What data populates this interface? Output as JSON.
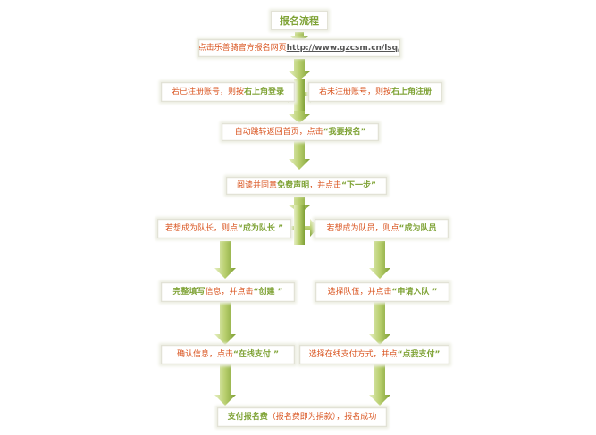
{
  "title": "报名流程",
  "steps": {
    "s1": {
      "text": "点击乐善骑官方报名网页 ",
      "link": "http://www.gzcsm.cn/lsq/"
    },
    "s2a": {
      "pre": "若已注册账号，则按",
      "em": "右上角登录"
    },
    "s2b": {
      "pre": "若未注册账号，则按",
      "em": "右上角注册"
    },
    "s3": {
      "pre": "自动跳转返回首页，点击",
      "em": "“我要报名”"
    },
    "s4": {
      "pre": "阅读并同意",
      "em": "免费声明",
      "post": "，并点击",
      "em2": "“下一步”"
    },
    "s5a": {
      "pre": "若想成为队长，则点",
      "em": "“成为队长 ”"
    },
    "s5b": {
      "pre": "若想成为队员，则点",
      "em": "“成为队员"
    },
    "s6a": {
      "pre": "完整填写",
      "pre2": "信息，并点击",
      "em": "“创建 ”"
    },
    "s6b": {
      "pre": "选择队伍，并点击",
      "em": "“申请入队 ”"
    },
    "s7a": {
      "pre": "确认信息，点击",
      "em": "“在线支付 ”"
    },
    "s7b": {
      "pre": "选择在线支付方式，并点",
      "em": "“点我支付”"
    },
    "s8": {
      "pre": "支付报名费",
      "post": "（报名费即为捐款），报名成功"
    }
  },
  "colors": {
    "accent_green": "#7fa336",
    "text_orange": "#d9531e",
    "arrow_light": "#d8e6a8",
    "arrow_dark": "#8aaa3a"
  }
}
